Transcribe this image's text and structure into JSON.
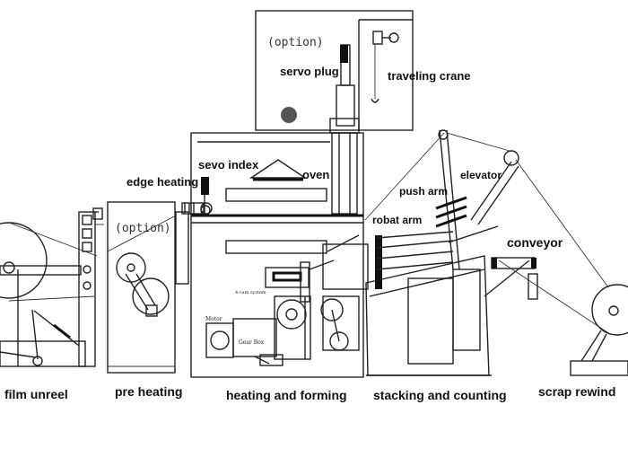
{
  "labels": {
    "option_top": "(option)",
    "servo_plug": "servo plug",
    "traveling_crane": "traveling crane",
    "edge_heating": "edge heating",
    "servo_index": "sevo index",
    "oven": "oven",
    "push_arm": "push arm",
    "elevator": "elevator",
    "robot_arm": "robat arm",
    "conveyor": "conveyor",
    "option_pre": "(option)",
    "cam_system": "4-cam system",
    "motor": "Motor",
    "gear_box": "Gear Box"
  },
  "stages": {
    "film_unreel": "film unreel",
    "pre_heating": "pre heating",
    "heating_forming": "heating and forming",
    "stacking_counting": "stacking and counting",
    "scrap_rewind": "scrap rewind"
  }
}
